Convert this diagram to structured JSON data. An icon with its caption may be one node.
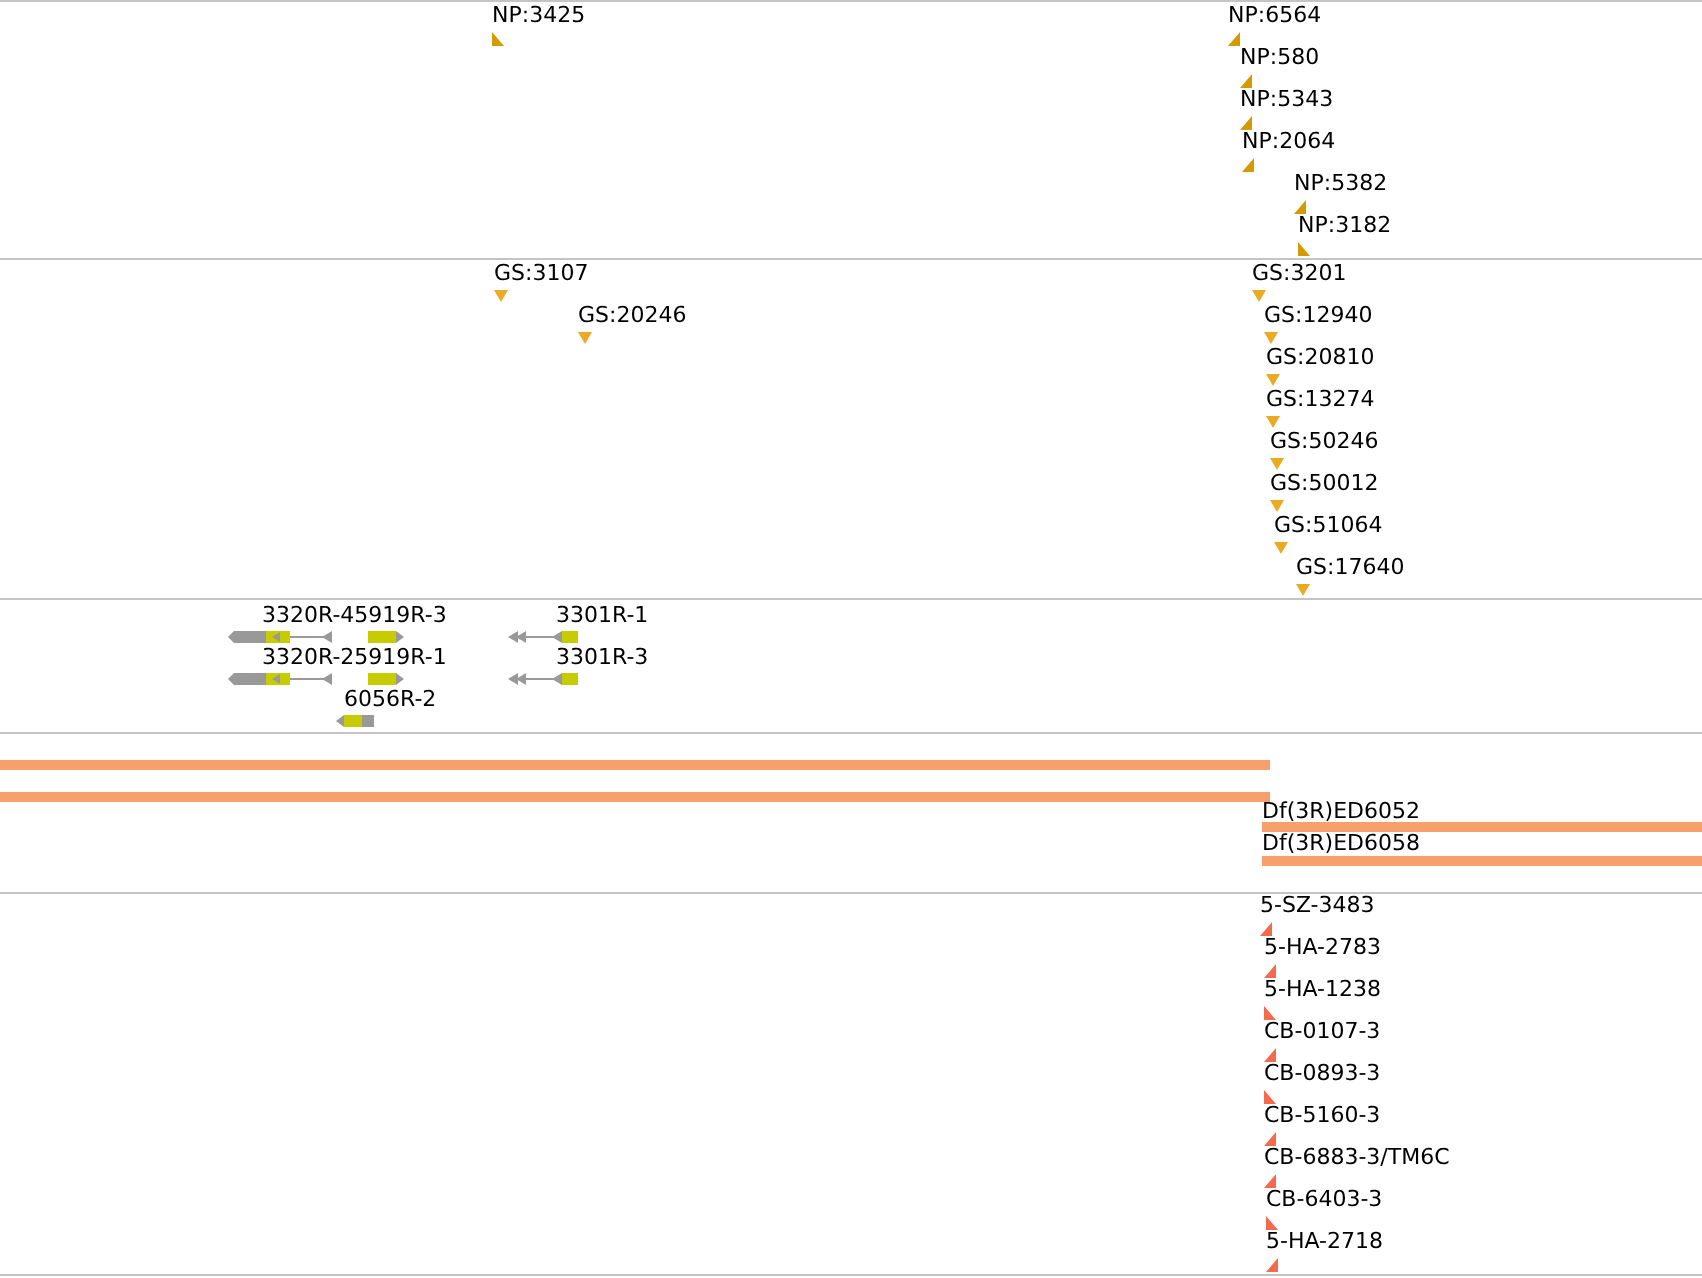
{
  "diagram": {
    "nodes": [
      {
        "text": [
          "NP:3425"
        ]
      },
      {
        "text": [
          "NP:6564"
        ]
      },
      {
        "text": [
          "NP:580"
        ]
      },
      {
        "text": [
          "NP:5343"
        ]
      },
      {
        "text": [
          "NP:2064"
        ]
      },
      {
        "text": [
          "NP:5382"
        ]
      },
      {
        "text": [
          "NP:3182"
        ]
      },
      {
        "text": [
          "GS:3107"
        ]
      },
      {
        "text": [
          "GS:20246"
        ]
      },
      {
        "text": [
          "GS:3201"
        ]
      },
      {
        "text": [
          "GS:12940"
        ]
      },
      {
        "text": [
          "GS:20810"
        ]
      },
      {
        "text": [
          "GS:13274"
        ]
      },
      {
        "text": [
          "GS:50246"
        ]
      },
      {
        "text": [
          "GS:50012"
        ]
      },
      {
        "text": [
          "GS:51064"
        ]
      },
      {
        "text": [
          "GS:17640"
        ]
      },
      {
        "text": [
          "3320R-45919R-3"
        ]
      },
      {
        "text": [
          "3301R-1"
        ]
      },
      {
        "text": [
          "3320R-25919R-1"
        ]
      },
      {
        "text": [
          "3301R-3"
        ]
      },
      {
        "text": [
          "6056R-2"
        ]
      },
      {
        "text": [],
        "shape": "bar"
      },
      {
        "text": [],
        "shape": "bar"
      },
      {
        "text": [
          "Df(3R)ED6052"
        ]
      },
      {
        "text": [
          "Df(3R)ED6058"
        ]
      },
      {
        "text": [
          "5-SZ-3483"
        ]
      },
      {
        "text": [
          "5-HA-2783"
        ]
      },
      {
        "text": [
          "5-HA-1238"
        ]
      },
      {
        "text": [
          "CB-0107-3"
        ]
      },
      {
        "text": [
          "CB-0893-3"
        ]
      },
      {
        "text": [
          "CB-5160-3"
        ]
      },
      {
        "text": [
          "CB-6883-3/TM6C"
        ]
      },
      {
        "text": [
          "CB-6403-3"
        ]
      },
      {
        "text": [
          "5-HA-2718"
        ]
      }
    ]
  }
}
